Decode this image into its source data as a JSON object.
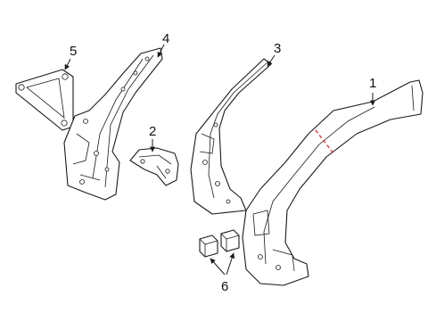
{
  "callouts": {
    "c1": "1",
    "c2": "2",
    "c3": "3",
    "c4": "4",
    "c5": "5",
    "c6": "6"
  },
  "colors": {
    "line": "#1a1a1a",
    "cut_line": "#e0282a",
    "background": "#ffffff"
  }
}
